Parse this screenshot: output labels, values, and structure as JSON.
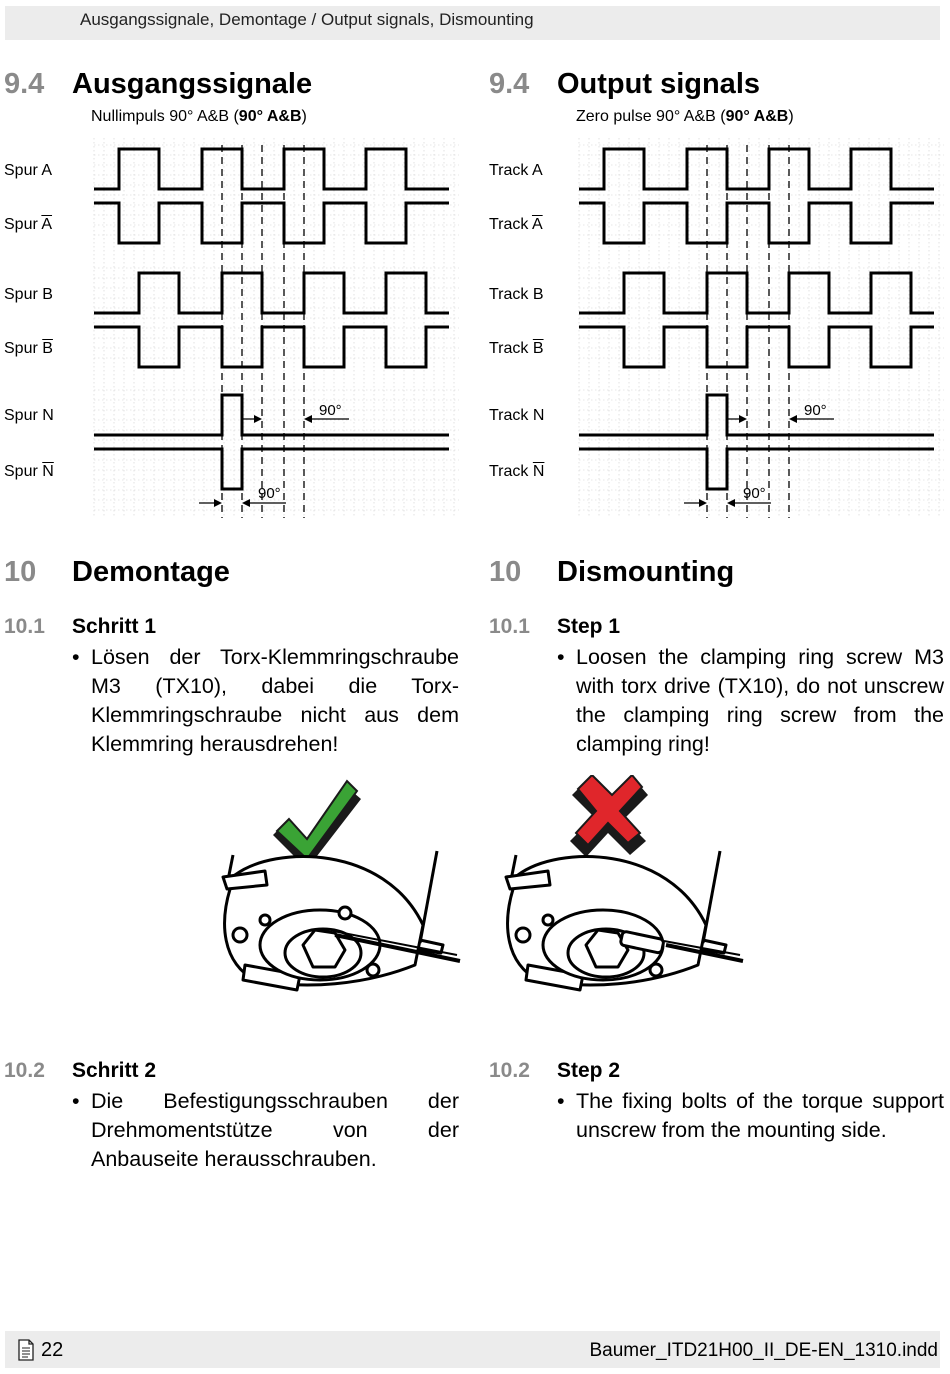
{
  "header": {
    "text": "Ausgangssignale, Demontage / Output signals, Dismounting"
  },
  "left": {
    "section_num": "9.4",
    "section_title": "Ausgangssignale",
    "caption_prefix": "Nullimpuls 90° A&B (",
    "caption_bold": "90° A&B",
    "caption_suffix": ")",
    "labels": {
      "a": "Spur A",
      "a_bar_prefix": "Spur ",
      "a_bar_letter": "A",
      "b": "Spur B",
      "b_bar_prefix": "Spur ",
      "b_bar_letter": "B",
      "n": "Spur N",
      "n_bar_prefix": "Spur ",
      "n_bar_letter": "N"
    },
    "deg_top": "90°",
    "deg_bottom": "90°",
    "chapter_num": "10",
    "chapter_title": "Demontage",
    "step1_num": "10.1",
    "step1_title": "Schritt 1",
    "step1_text": "Lösen der Torx-Klemmringschraube M3 (TX10), dabei die Torx-Klemmringschraube nicht aus dem Klemmring herausdrehen!",
    "step2_num": "10.2",
    "step2_title": "Schritt 2",
    "step2_text": "Die Befestigungsschrauben der Drehmomentstütze von der Anbauseite herausschrauben."
  },
  "right": {
    "section_num": "9.4",
    "section_title": "Output signals",
    "caption_prefix": "Zero pulse 90° A&B (",
    "caption_bold": "90° A&B",
    "caption_suffix": ")",
    "labels": {
      "a": "Track A",
      "a_bar_prefix": "Track ",
      "a_bar_letter": "A",
      "b": "Track B",
      "b_bar_prefix": "Track ",
      "b_bar_letter": "B",
      "n": "Track N",
      "n_bar_prefix": "Track ",
      "n_bar_letter": "N"
    },
    "deg_top": "90°",
    "deg_bottom": "90°",
    "chapter_num": "10",
    "chapter_title": "Dismounting",
    "step1_num": "10.1",
    "step1_title": "Step 1",
    "step1_text": "Loosen the clamping ring screw M3 with torx drive (TX10), do not unscrew the clamping ring screw from the clamping ring!",
    "step2_num": "10.2",
    "step2_title": "Step 2",
    "step2_text": "The fixing bolts of the torque support unscrew from the mounting side."
  },
  "illustrations": {
    "correct_mark": "check-mark-icon",
    "correct_color": "#3aa335",
    "wrong_mark": "cross-mark-icon",
    "wrong_color": "#e0262b"
  },
  "footer": {
    "page_number": "22",
    "file_name": "Baumer_ITD21H00_II_DE-EN_1310.indd"
  }
}
